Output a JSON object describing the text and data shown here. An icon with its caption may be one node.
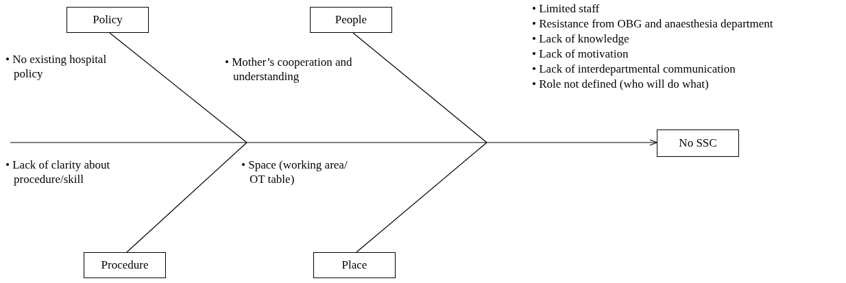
{
  "diagram": {
    "nodes": [
      {
        "text": [
          "Policy"
        ]
      },
      {
        "text": [
          "People"
        ]
      },
      {
        "text": [
          "Procedure"
        ]
      },
      {
        "text": [
          "Place"
        ]
      },
      {
        "text": [
          "No SSC"
        ]
      }
    ],
    "edges": [
      {
        "from": 0,
        "to": null,
        "arrow": "none"
      },
      {
        "from": 1,
        "to": null,
        "arrow": "none"
      },
      {
        "from": 2,
        "to": null,
        "arrow": "none"
      },
      {
        "from": 3,
        "to": null,
        "arrow": "none"
      },
      {
        "from": null,
        "to": 4,
        "arrow": "to"
      }
    ],
    "labels": [
      "• Limited staff",
      "• Resistance from OBG and anaesthesia department",
      "• No existing hospital policy",
      "• Lack of knowledge",
      "• Mother’s cooperation and understanding",
      "• Lack of motivation",
      "• Lack of interdepartmental communication",
      "• Role not defined (who will do what)",
      "• Lack of clarity about procedure/skill",
      "• Space (working area/ OT table)"
    ]
  }
}
